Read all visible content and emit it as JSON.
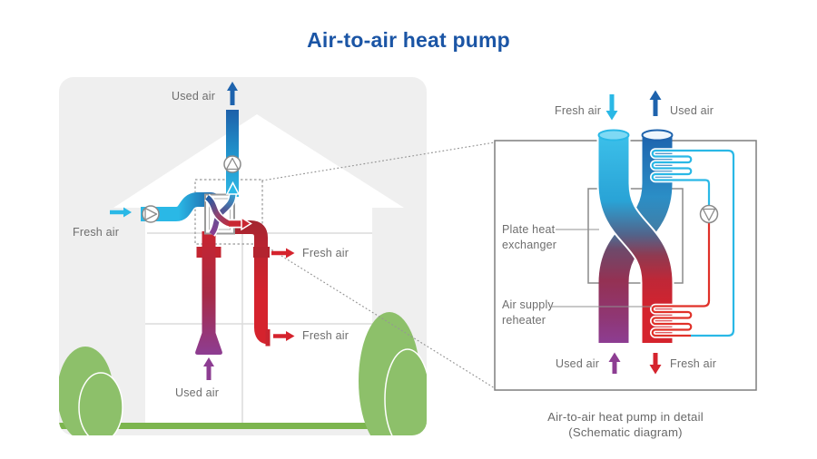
{
  "title": "Air-to-air heat pump",
  "house": {
    "labels": {
      "used_air_exhaust": "Used air",
      "fresh_air_intake": "Fresh air",
      "fresh_air_vent1": "Fresh air",
      "fresh_air_vent2": "Fresh air",
      "used_air_return": "Used air"
    }
  },
  "schematic": {
    "labels": {
      "fresh_air_in": "Fresh air",
      "used_air_out": "Used air",
      "plate_heat_exchanger": "Plate heat exchanger",
      "air_supply_reheater": "Air supply reheater",
      "used_air_in": "Used air",
      "fresh_air_out": "Fresh air"
    },
    "caption_line1": "Air-to-air heat pump in detail",
    "caption_line2": "(Schematic diagram)"
  },
  "icons": {
    "fan_pump": "circle-with-triangle",
    "compressor_pump": "circle-with-down-triangle",
    "heating_coil": "serpentine-coil",
    "zoom_link": "dotted-rectangle-with-leader-lines"
  },
  "palette": {
    "title_blue": "#1b55a5",
    "cyan": "#2ab8e6",
    "dark_blue": "#1e63ad",
    "red": "#d5232d",
    "dark_red": "#9c2836",
    "purple": "#8d3d92",
    "bush_green": "#8dc06a",
    "ground_green": "#7cb54e",
    "panel_gray": "#efefef",
    "label_gray": "#6e6e6e"
  }
}
